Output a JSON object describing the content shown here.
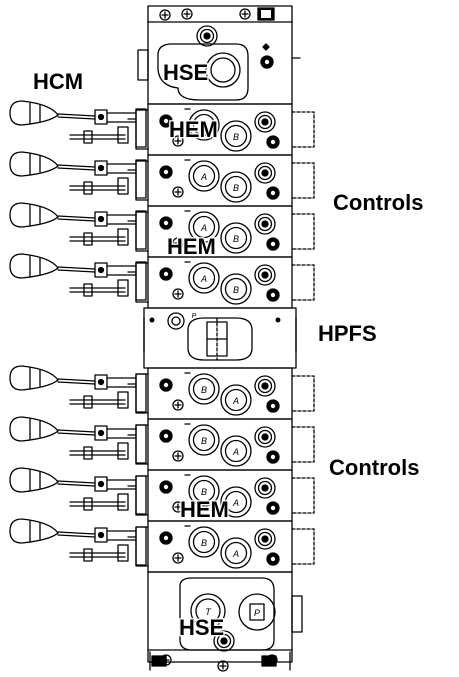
{
  "labels": {
    "hcm": "HCM",
    "hse_top": "HSE",
    "hem_1": "HEM",
    "hem_2": "HEM",
    "controls_top": "Controls",
    "hpfs": "HPFS",
    "controls_bottom": "Controls",
    "hem_3": "HEM",
    "hse_bottom": "HSE"
  },
  "port_letters": {
    "upper_left": "A",
    "upper_right": "B",
    "lower_left": "B",
    "lower_right": "A",
    "hpfs_port": "P",
    "inlet_left": "T",
    "inlet_right": "P"
  },
  "section_counts": {
    "upper_sections": 4,
    "lower_sections": 4
  },
  "colors": {
    "line": "#000000",
    "background": "#ffffff"
  }
}
